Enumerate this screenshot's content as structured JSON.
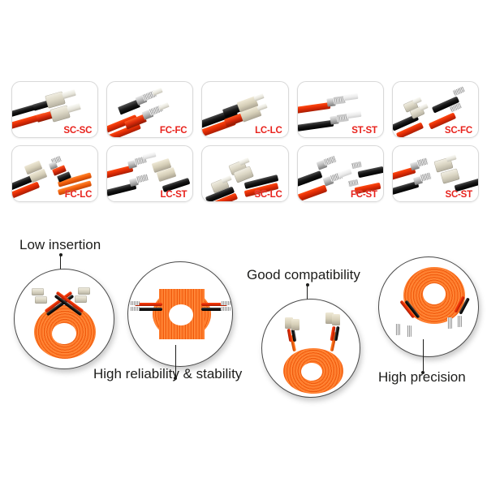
{
  "page": {
    "background": "#ffffff",
    "label_color": "#e8221c",
    "text_color": "#1d1d1b",
    "cable_orange": "#f4610d",
    "cable_red": "#e22c05",
    "cable_black": "#161616"
  },
  "connector_grid": {
    "rows": 2,
    "columns": 5,
    "cards": [
      {
        "label": "SC-SC",
        "left_connector": "SC",
        "right_connector": "SC",
        "icon": "sc-sc-connector-icon"
      },
      {
        "label": "FC-FC",
        "left_connector": "FC",
        "right_connector": "FC",
        "icon": "fc-fc-connector-icon"
      },
      {
        "label": "LC-LC",
        "left_connector": "LC",
        "right_connector": "LC",
        "icon": "lc-lc-connector-icon"
      },
      {
        "label": "ST-ST",
        "left_connector": "ST",
        "right_connector": "ST",
        "icon": "st-st-connector-icon"
      },
      {
        "label": "SC-FC",
        "left_connector": "SC",
        "right_connector": "FC",
        "icon": "sc-fc-connector-icon"
      },
      {
        "label": "FC-LC",
        "left_connector": "FC",
        "right_connector": "LC",
        "icon": "fc-lc-connector-icon"
      },
      {
        "label": "LC-ST",
        "left_connector": "LC",
        "right_connector": "ST",
        "icon": "lc-st-connector-icon"
      },
      {
        "label": "SC-LC",
        "left_connector": "SC",
        "right_connector": "LC",
        "icon": "sc-lc-connector-icon"
      },
      {
        "label": "FC-ST",
        "left_connector": "FC",
        "right_connector": "ST",
        "icon": "fc-st-connector-icon"
      },
      {
        "label": "SC-ST",
        "left_connector": "SC",
        "right_connector": "ST",
        "icon": "sc-st-connector-icon"
      }
    ]
  },
  "features": [
    {
      "text": "Low insertion",
      "photo": "coiled-orange-patch-cord-with-sc-connectors-photo",
      "label_position": "above"
    },
    {
      "text": "High reliability & stability",
      "photo": "coiled-orange-patch-cord-with-st-connectors-photo",
      "label_position": "below"
    },
    {
      "text": "Good compatibility",
      "photo": "coiled-orange-patch-cord-with-lc-connectors-photo",
      "label_position": "above"
    },
    {
      "text": "High precision",
      "photo": "coiled-orange-patch-cord-with-st-connectors-photo",
      "label_position": "below"
    }
  ]
}
